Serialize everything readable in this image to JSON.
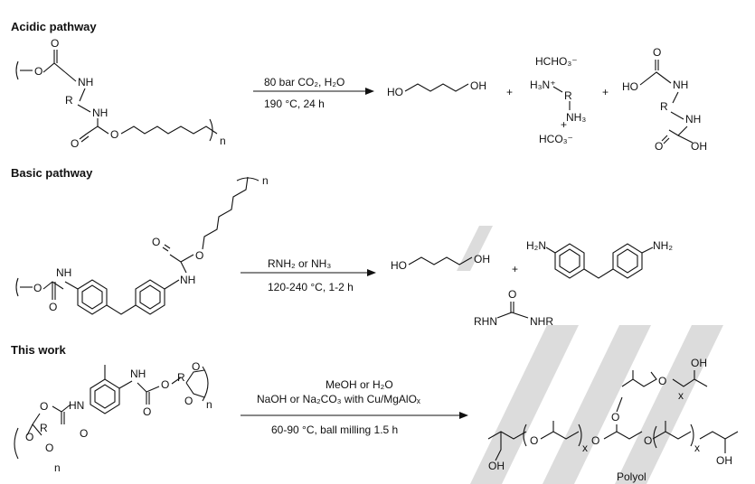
{
  "sections": [
    {
      "title": "Acidic pathway",
      "conditions": [
        "80 bar CO₂, H₂O",
        "190 °C, 24 h"
      ],
      "reactant_labels": [
        "O",
        "O",
        "NH",
        "R",
        "NH",
        "O",
        "O",
        "n"
      ],
      "product_labels": {
        "diol": [
          "HO",
          "OH"
        ],
        "salt": [
          "HCHO₃⁻",
          "H₃N⁺",
          "R",
          "NH₃",
          "+",
          "HCO₃⁻"
        ],
        "carbamic": [
          "O",
          "HO",
          "NH",
          "R",
          "NH",
          "O",
          "OH"
        ]
      },
      "plus": [
        "+",
        "+"
      ]
    },
    {
      "title": "Basic pathway",
      "conditions": [
        "RNH₂ or NH₃",
        "120-240 °C, 1-2 h"
      ],
      "reactant_labels": [
        "n",
        "O",
        "O",
        "NH",
        "O",
        "NH",
        "O"
      ],
      "product_labels": {
        "diol": [
          "HO",
          "OH"
        ],
        "diamine": [
          "H₂N",
          "NH₂"
        ],
        "urea": [
          "O",
          "RHN",
          "NHR"
        ]
      },
      "plus": [
        "+"
      ]
    },
    {
      "title": "This work",
      "conditions": [
        "MeOH or H₂O",
        "NaOH or Na₂CO₃ with Cu/MgAlOₓ",
        "60-90 °C, ball milling 1.5 h"
      ],
      "reactant_labels": [
        "HN",
        "NH",
        "O",
        "O",
        "O",
        "R",
        "O",
        "O",
        "O",
        "O",
        "R",
        "O",
        "n",
        "n"
      ],
      "product_labels": [
        "OH",
        "O",
        "x",
        "O",
        "O",
        "x",
        "O",
        "O",
        "x",
        "OH",
        "OH"
      ],
      "product_name": "Polyol"
    }
  ]
}
